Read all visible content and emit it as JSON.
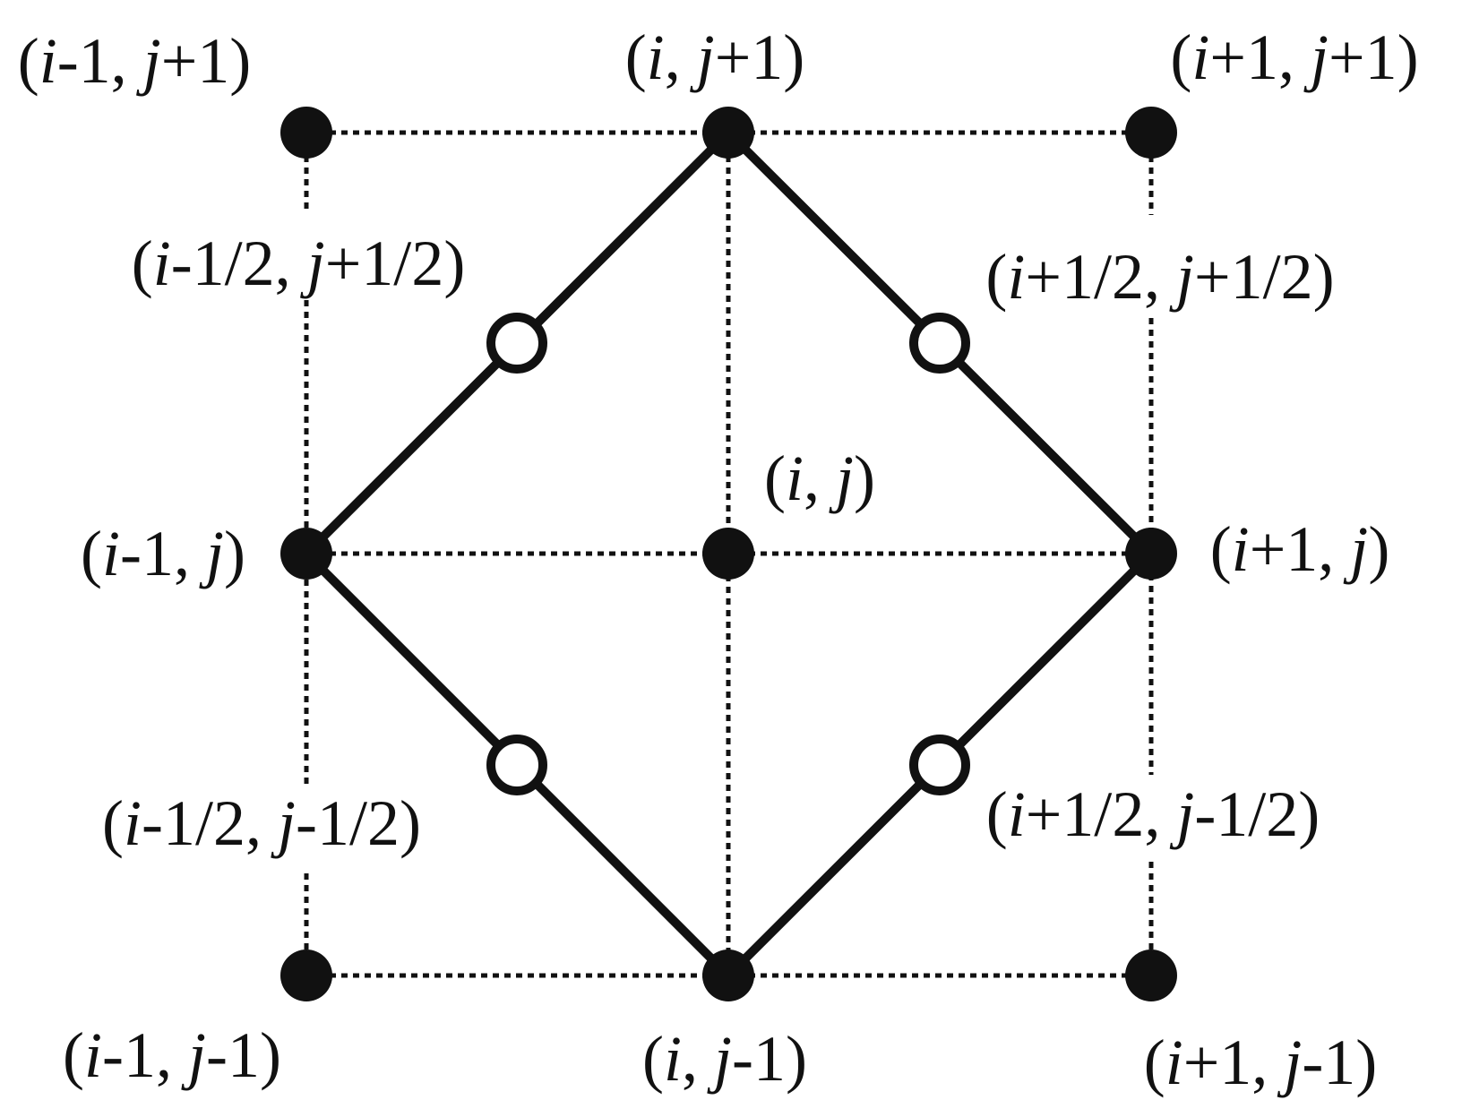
{
  "colors": {
    "ink": "#111111",
    "background": "#ffffff"
  },
  "nodes": {
    "top_left": [
      "(",
      "i",
      "-1, ",
      "j",
      "+1)"
    ],
    "top_center": [
      "(",
      "i",
      ", ",
      "j",
      "+1)"
    ],
    "top_right": [
      "(",
      "i",
      "+1, ",
      "j",
      "+1)"
    ],
    "mid_left": [
      "(",
      "i",
      "-1, ",
      "j",
      ")"
    ],
    "center": [
      "(",
      "i",
      ", ",
      "j",
      ")"
    ],
    "mid_right": [
      "(",
      "i",
      "+1, ",
      "j",
      ")"
    ],
    "bottom_left": [
      "(",
      "i",
      "-1, ",
      "j",
      "-1)"
    ],
    "bottom_center": [
      "(",
      "i",
      ", ",
      "j",
      "-1)"
    ],
    "bottom_right": [
      "(",
      "i",
      "+1, ",
      "j",
      "-1)"
    ]
  },
  "half_nodes": {
    "upper_left": [
      "(",
      "i",
      "-1/2, ",
      "j",
      "+1/2)"
    ],
    "upper_right": [
      "(",
      "i",
      "+1/2, ",
      "j",
      "+1/2)"
    ],
    "lower_left": [
      "(",
      "i",
      "-1/2, ",
      "j",
      "-1/2)"
    ],
    "lower_right": [
      "(",
      "i",
      "+1/2, ",
      "j",
      "-1/2)"
    ]
  }
}
